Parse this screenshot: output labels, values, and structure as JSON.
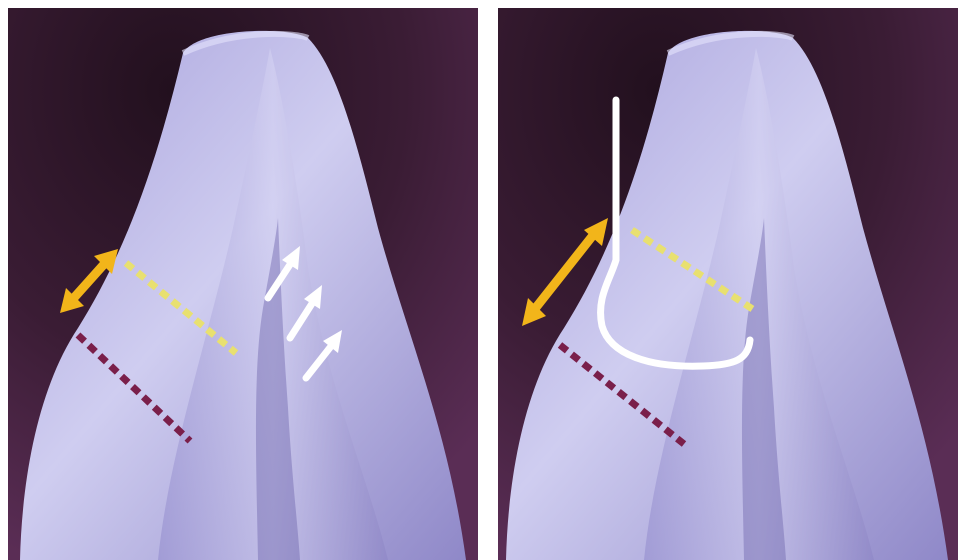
{
  "figure": {
    "panels": [
      {
        "id": "left",
        "markers": {
          "yellow_arrow": "double-headed-arrow",
          "yellow_line": "dashed-line",
          "red_line": "dashed-line",
          "white_arrows": [
            "arrow",
            "arrow",
            "arrow"
          ]
        }
      },
      {
        "id": "right",
        "markers": {
          "yellow_arrow": "double-headed-arrow",
          "yellow_line": "dashed-line",
          "red_line": "dashed-line",
          "white_instrument": "hooked-probe-line"
        }
      }
    ],
    "colors": {
      "background_dark": "#3a1c34",
      "tooth_light": "#c8c6ec",
      "tooth_mid": "#9d97d2",
      "yellow_marker": "#f2b51a",
      "yellow_dashed": "#e8e070",
      "red_dashed": "#7a1f4a",
      "white_marker": "#ffffff"
    }
  }
}
